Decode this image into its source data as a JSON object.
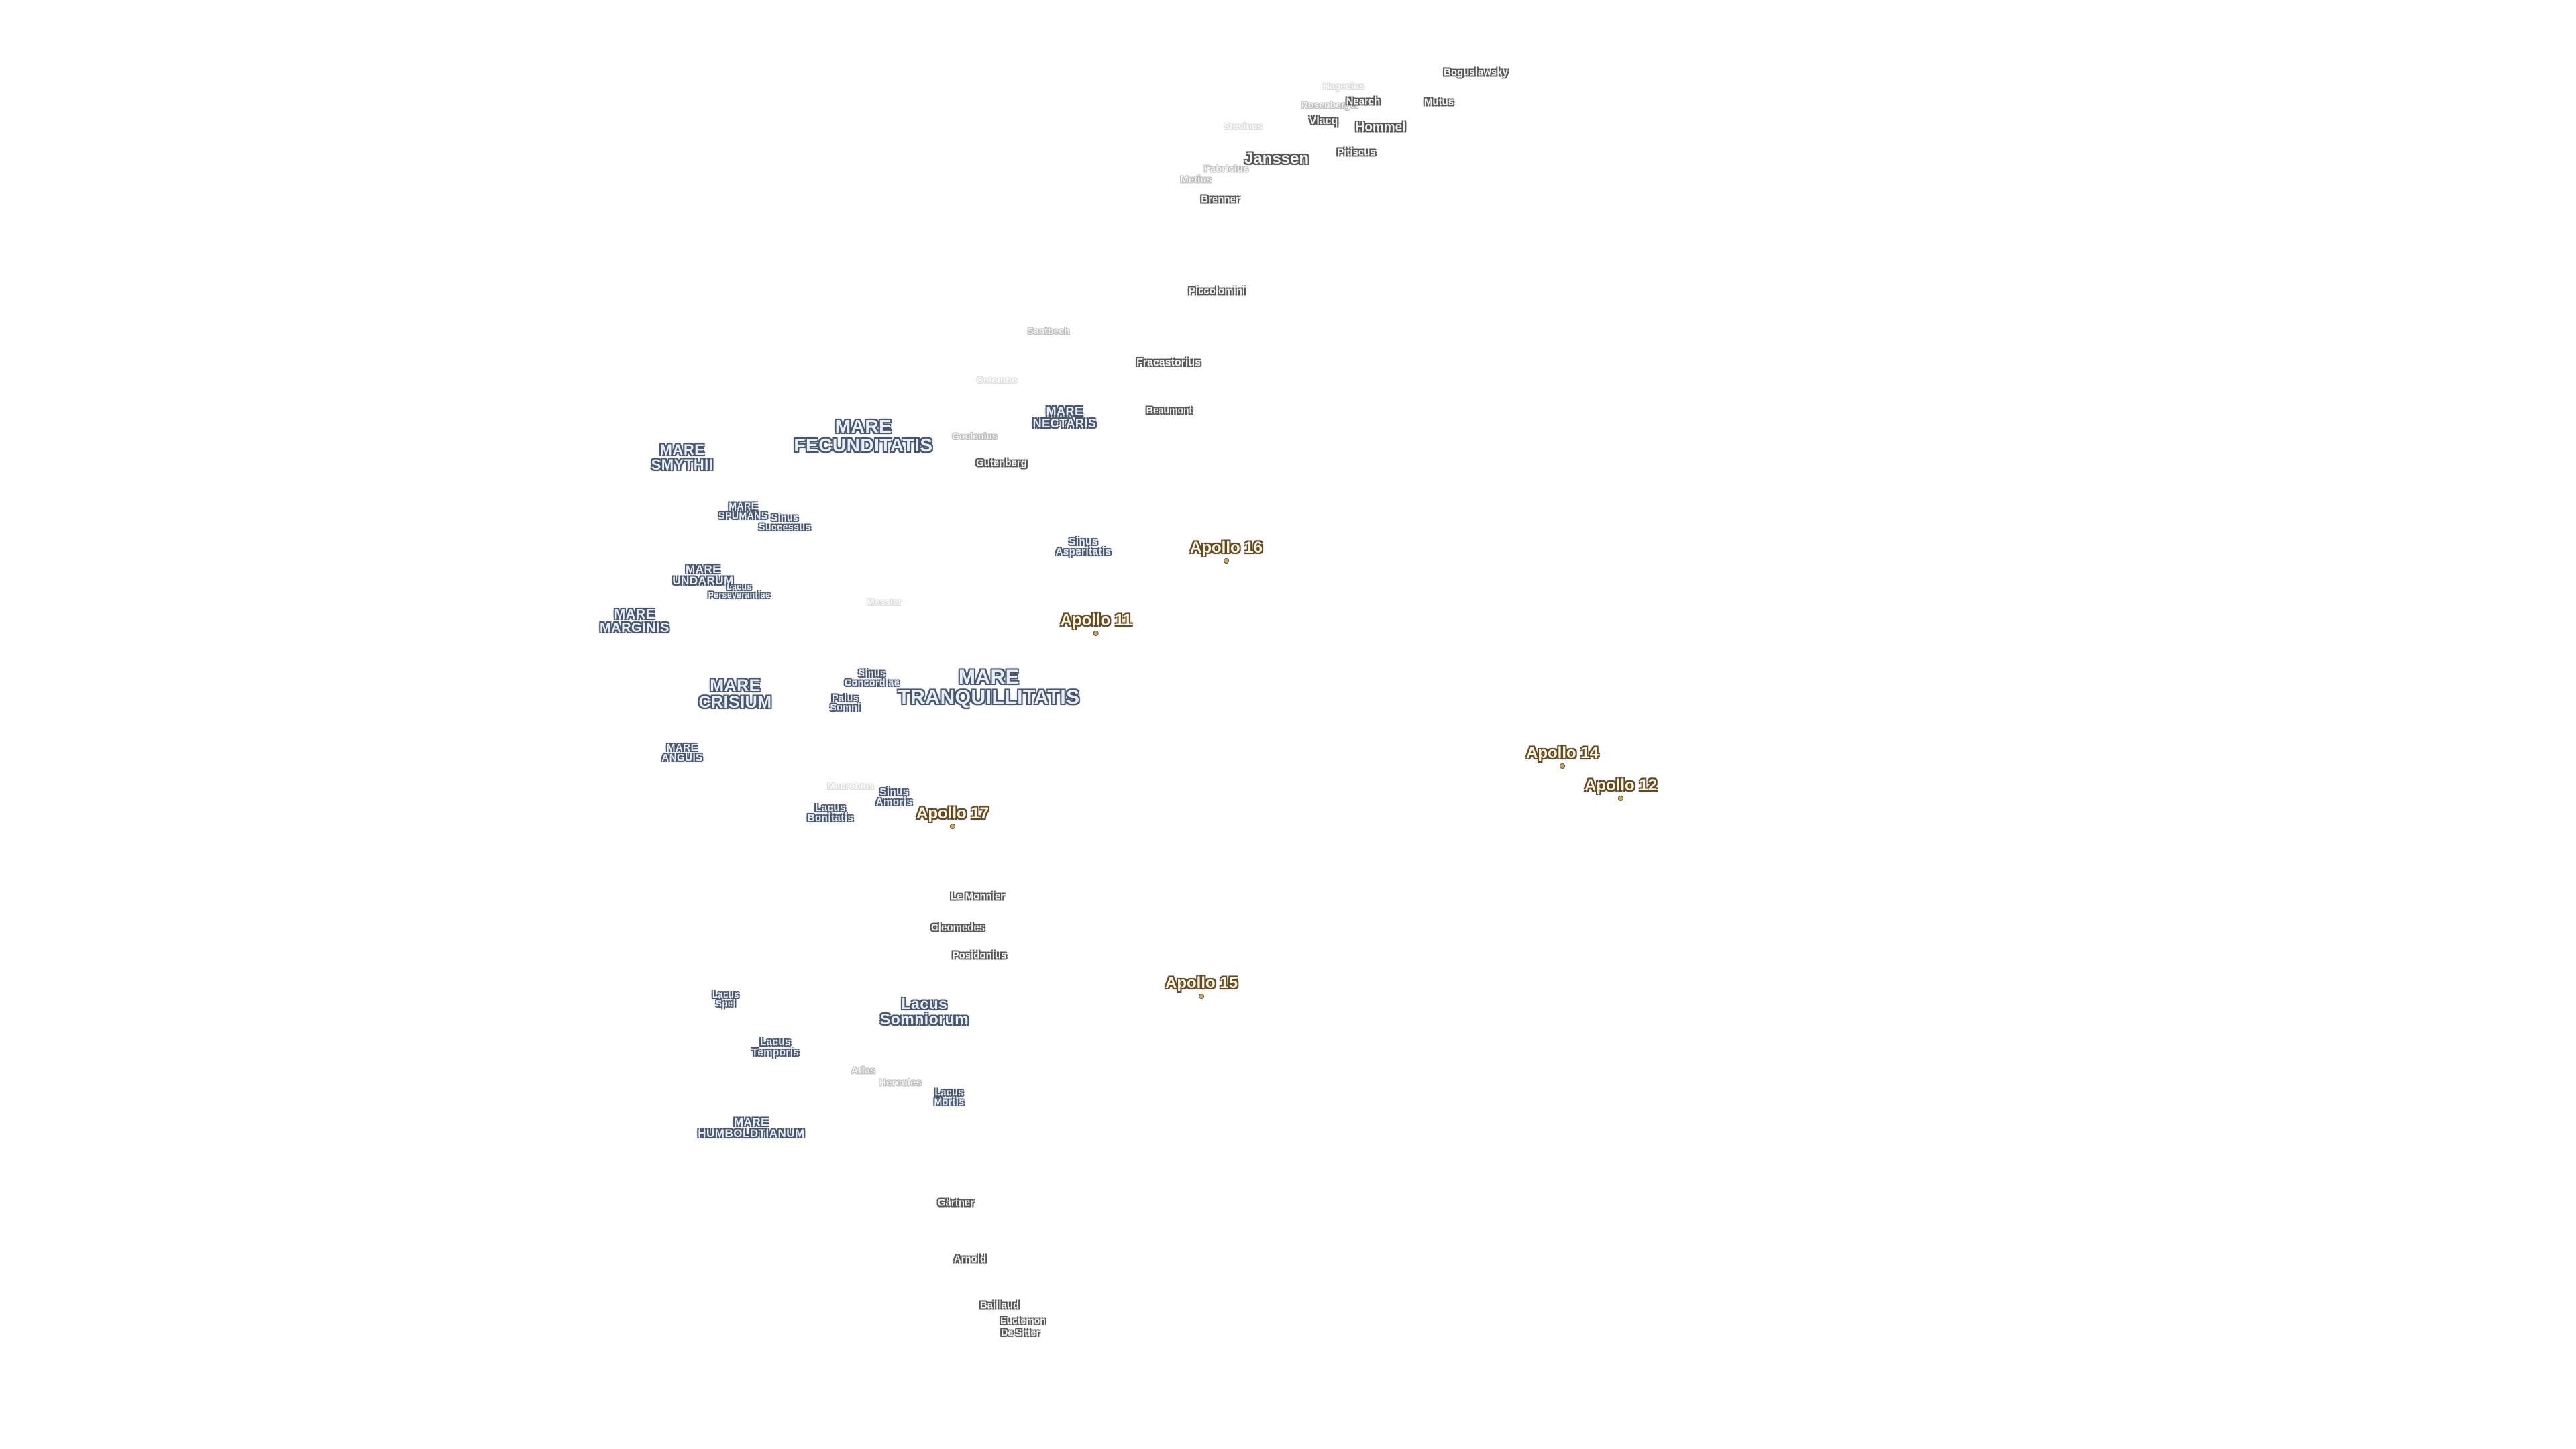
{
  "labels": [
    {
      "id": "boguslawsky",
      "kind": "crater",
      "lines": [
        "Boguslawsky"
      ]
    },
    {
      "id": "hagecius",
      "kind": "ghost",
      "lines": [
        "Hagecius"
      ]
    },
    {
      "id": "rosenberger",
      "kind": "faint",
      "lines": [
        "Rosenberger"
      ]
    },
    {
      "id": "nearch",
      "kind": "crater",
      "lines": [
        "Nearch"
      ]
    },
    {
      "id": "mutus",
      "kind": "crater",
      "lines": [
        "Mutus"
      ]
    },
    {
      "id": "vlacq",
      "kind": "crater",
      "lines": [
        "Vlacq"
      ]
    },
    {
      "id": "hommel",
      "kind": "crater",
      "lines": [
        "Hommel"
      ]
    },
    {
      "id": "stevinus",
      "kind": "ghost",
      "lines": [
        "Stevinus"
      ]
    },
    {
      "id": "pitiscus",
      "kind": "crater",
      "lines": [
        "Pitiscus"
      ]
    },
    {
      "id": "janssen",
      "kind": "crater",
      "lines": [
        "Janssen"
      ]
    },
    {
      "id": "fabricius",
      "kind": "faint",
      "lines": [
        "Fabricius"
      ]
    },
    {
      "id": "metius",
      "kind": "faint",
      "lines": [
        "Metius"
      ]
    },
    {
      "id": "brenner",
      "kind": "crater",
      "lines": [
        "Brenner"
      ]
    },
    {
      "id": "piccolomini",
      "kind": "crater",
      "lines": [
        "Piccolomini"
      ]
    },
    {
      "id": "santbech",
      "kind": "faint",
      "lines": [
        "Santbech"
      ]
    },
    {
      "id": "fracastorius",
      "kind": "crater",
      "lines": [
        "Fracastorius"
      ]
    },
    {
      "id": "colombo",
      "kind": "ghost",
      "lines": [
        "Colombo"
      ]
    },
    {
      "id": "mare-nectaris",
      "kind": "mare",
      "lines": [
        "MARE",
        "NECTARIS"
      ]
    },
    {
      "id": "beaumont",
      "kind": "crater",
      "lines": [
        "Beaumont"
      ]
    },
    {
      "id": "mare-fecunditatis",
      "kind": "mare",
      "lines": [
        "MARE",
        "FECUNDITATIS"
      ]
    },
    {
      "id": "goclenius",
      "kind": "faint",
      "lines": [
        "Goclenius"
      ]
    },
    {
      "id": "gutenberg",
      "kind": "crater",
      "lines": [
        "Gutenberg"
      ]
    },
    {
      "id": "mare-smythii",
      "kind": "mare",
      "lines": [
        "MARE",
        "SMYTHII"
      ]
    },
    {
      "id": "mare-spumans",
      "kind": "mare",
      "lines": [
        "MARE",
        "SPUMANS"
      ]
    },
    {
      "id": "sinus-successus",
      "kind": "mare",
      "lines": [
        "Sinus",
        "Successus"
      ]
    },
    {
      "id": "sinus-asperitatis",
      "kind": "mare",
      "lines": [
        "Sinus",
        "Asperitatis"
      ]
    },
    {
      "id": "apollo-16",
      "kind": "apollo",
      "lines": [
        "Apollo 16"
      ]
    },
    {
      "id": "mare-undarum",
      "kind": "mare",
      "lines": [
        "MARE",
        "UNDARUM"
      ]
    },
    {
      "id": "lacus-perseverantiae",
      "kind": "mare",
      "lines": [
        "Lacus",
        "Perseverantiae"
      ]
    },
    {
      "id": "messier",
      "kind": "ghost",
      "lines": [
        "Messier"
      ]
    },
    {
      "id": "mare-marginis",
      "kind": "mare",
      "lines": [
        "MARE",
        "MARGINIS"
      ]
    },
    {
      "id": "apollo-11",
      "kind": "apollo",
      "lines": [
        "Apollo 11"
      ]
    },
    {
      "id": "sinus-concordiae",
      "kind": "mare",
      "lines": [
        "Sinus",
        "Concordiae"
      ]
    },
    {
      "id": "mare-tranquillitatis",
      "kind": "mare",
      "lines": [
        "MARE",
        "TRANQUILLITATIS"
      ]
    },
    {
      "id": "mare-crisium",
      "kind": "mare",
      "lines": [
        "MARE",
        "CRISIUM"
      ]
    },
    {
      "id": "palus-somni",
      "kind": "mare",
      "lines": [
        "Palus",
        "Somni"
      ]
    },
    {
      "id": "mare-anguis",
      "kind": "mare",
      "lines": [
        "MARE",
        "ANGUIS"
      ]
    },
    {
      "id": "apollo-14",
      "kind": "apollo",
      "lines": [
        "Apollo 14"
      ]
    },
    {
      "id": "apollo-12",
      "kind": "apollo",
      "lines": [
        "Apollo 12"
      ]
    },
    {
      "id": "macrobius",
      "kind": "ghost",
      "lines": [
        "Macrobius"
      ]
    },
    {
      "id": "sinus-amoris",
      "kind": "mare",
      "lines": [
        "Sinus",
        "Amoris"
      ]
    },
    {
      "id": "lacus-bonitatis",
      "kind": "mare",
      "lines": [
        "Lacus",
        "Bonitatis"
      ]
    },
    {
      "id": "apollo-17",
      "kind": "apollo",
      "lines": [
        "Apollo 17"
      ]
    },
    {
      "id": "le-monnier",
      "kind": "crater",
      "lines": [
        "Le Monnier"
      ]
    },
    {
      "id": "cleomedes",
      "kind": "crater",
      "lines": [
        "Cleomedes"
      ]
    },
    {
      "id": "posidonius",
      "kind": "crater",
      "lines": [
        "Posidonius"
      ]
    },
    {
      "id": "apollo-15",
      "kind": "apollo",
      "lines": [
        "Apollo 15"
      ]
    },
    {
      "id": "lacus-spei",
      "kind": "mare",
      "lines": [
        "Lacus",
        "Spei"
      ]
    },
    {
      "id": "lacus-somniorum",
      "kind": "mare",
      "lines": [
        "Lacus",
        "Somniorum"
      ]
    },
    {
      "id": "lacus-temporis",
      "kind": "mare",
      "lines": [
        "Lacus",
        "Temporis"
      ]
    },
    {
      "id": "atlas",
      "kind": "faint",
      "lines": [
        "Atlas"
      ]
    },
    {
      "id": "hercules",
      "kind": "faint",
      "lines": [
        "Hercules"
      ]
    },
    {
      "id": "lacus-mortis",
      "kind": "mare",
      "lines": [
        "Lacus",
        "Mortis"
      ]
    },
    {
      "id": "mare-humboldtianum",
      "kind": "mare",
      "lines": [
        "MARE",
        "HUMBOLDTIANUM"
      ]
    },
    {
      "id": "gartner",
      "kind": "crater",
      "lines": [
        "Gärtner"
      ]
    },
    {
      "id": "arnold",
      "kind": "crater",
      "lines": [
        "Arnold"
      ]
    },
    {
      "id": "baillaud",
      "kind": "crater",
      "lines": [
        "Baillaud"
      ]
    },
    {
      "id": "euctemon",
      "kind": "crater",
      "lines": [
        "Euctemon"
      ]
    },
    {
      "id": "de-sitter",
      "kind": "crater",
      "lines": [
        "De Sitter"
      ]
    }
  ]
}
